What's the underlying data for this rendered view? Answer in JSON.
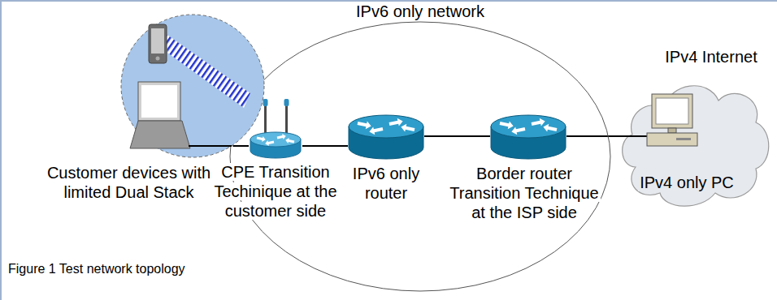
{
  "diagram": {
    "caption": "Figure 1 Test network topology",
    "nodes": [
      {
        "text": [
          "IPv6 only network"
        ]
      },
      {
        "text": [
          "Customer devices with limited Dual Stack"
        ]
      },
      {
        "text": [
          "CPE Transition Techinique at the customer side"
        ]
      },
      {
        "text": [
          "IPv6 only router"
        ],
        "in": 0
      },
      {
        "text": [
          "Border router Transition Technique at the ISP side"
        ],
        "in": 0
      },
      {
        "text": [
          "IPv4 Internet",
          "IPv4 only PC"
        ]
      }
    ],
    "edges": [
      {
        "from": 1,
        "to": 2,
        "arrow": "none"
      },
      {
        "from": 2,
        "to": 3,
        "arrow": "none"
      },
      {
        "from": 3,
        "to": 4,
        "arrow": "none"
      },
      {
        "from": 4,
        "to": 5,
        "arrow": "none"
      }
    ]
  }
}
